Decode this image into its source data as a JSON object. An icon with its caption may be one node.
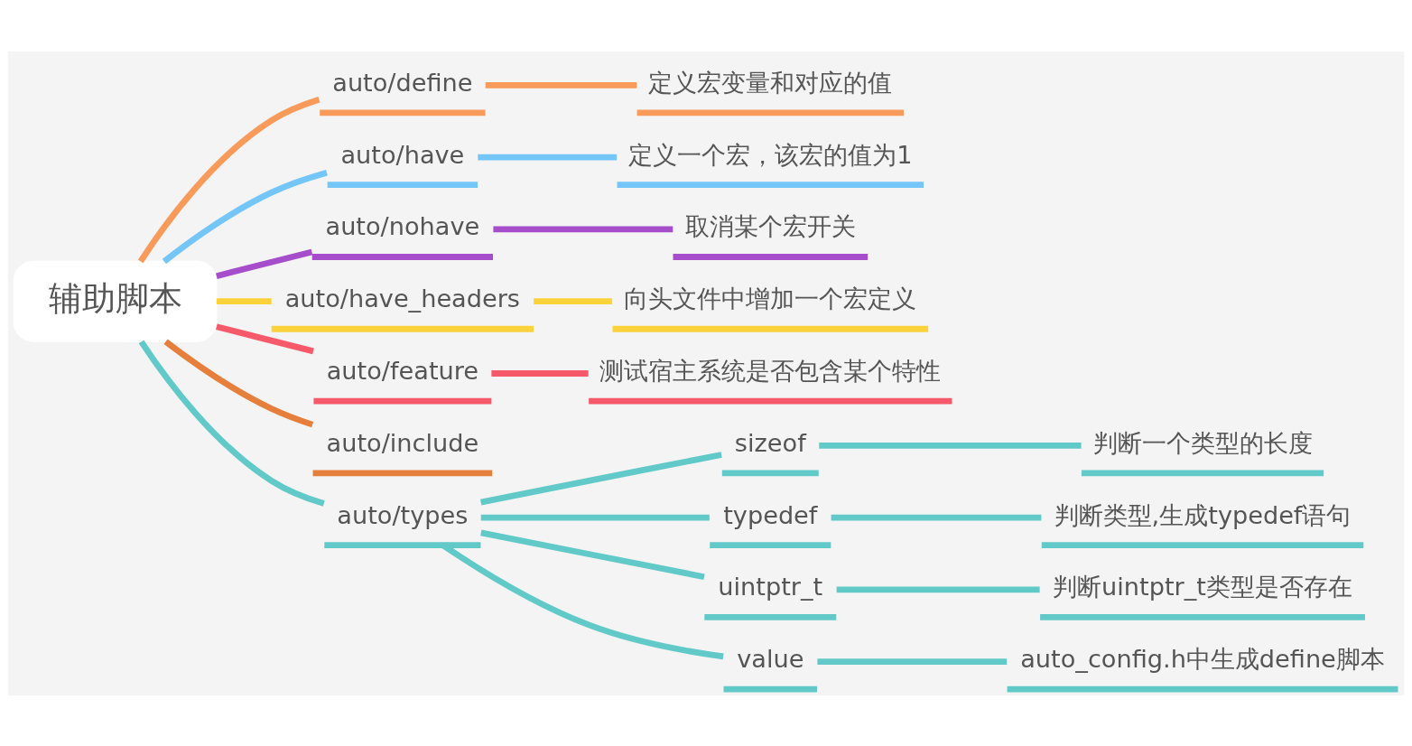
{
  "diagram": {
    "nodes": [
      {
        "text": [
          "辅助脚本"
        ]
      },
      {
        "text": [
          "auto/define"
        ]
      },
      {
        "text": [
          "定义宏变量和对应的值"
        ]
      },
      {
        "text": [
          "auto/have"
        ]
      },
      {
        "text": [
          "定义一个宏，该宏的值为1"
        ]
      },
      {
        "text": [
          "auto/nohave"
        ]
      },
      {
        "text": [
          "取消某个宏开关"
        ]
      },
      {
        "text": [
          "auto/have_headers"
        ]
      },
      {
        "text": [
          "向头文件中增加一个宏定义"
        ]
      },
      {
        "text": [
          "auto/feature"
        ]
      },
      {
        "text": [
          "测试宿主系统是否包含某个特性"
        ]
      },
      {
        "text": [
          "auto/include"
        ]
      },
      {
        "text": [
          "auto/types"
        ]
      },
      {
        "text": [
          "sizeof"
        ]
      },
      {
        "text": [
          "判断一个类型的长度"
        ]
      },
      {
        "text": [
          "typedef"
        ]
      },
      {
        "text": [
          "判断类型,生成typedef语句"
        ]
      },
      {
        "text": [
          "uintptr_t"
        ]
      },
      {
        "text": [
          "判断uintptr_t类型是否存在"
        ]
      },
      {
        "text": [
          "value"
        ]
      },
      {
        "text": [
          "auto_config.h中生成define脚本"
        ]
      }
    ],
    "edges": [
      {
        "from": 0,
        "to": 1,
        "arrow": "none",
        "color": "#f79a5a"
      },
      {
        "from": 1,
        "to": 2,
        "arrow": "none",
        "color": "#f79a5a"
      },
      {
        "from": 0,
        "to": 3,
        "arrow": "none",
        "color": "#74c5f8"
      },
      {
        "from": 3,
        "to": 4,
        "arrow": "none",
        "color": "#74c5f8"
      },
      {
        "from": 0,
        "to": 5,
        "arrow": "none",
        "color": "#a64dcc"
      },
      {
        "from": 5,
        "to": 6,
        "arrow": "none",
        "color": "#a64dcc"
      },
      {
        "from": 0,
        "to": 7,
        "arrow": "none",
        "color": "#fcd23a"
      },
      {
        "from": 7,
        "to": 8,
        "arrow": "none",
        "color": "#fcd23a"
      },
      {
        "from": 0,
        "to": 9,
        "arrow": "none",
        "color": "#f65a6a"
      },
      {
        "from": 9,
        "to": 10,
        "arrow": "none",
        "color": "#f65a6a"
      },
      {
        "from": 0,
        "to": 11,
        "arrow": "none",
        "color": "#e67e3c"
      },
      {
        "from": 0,
        "to": 12,
        "arrow": "none",
        "color": "#62c9c9"
      },
      {
        "from": 12,
        "to": 13,
        "arrow": "none",
        "color": "#62c9c9"
      },
      {
        "from": 13,
        "to": 14,
        "arrow": "none",
        "color": "#62c9c9"
      },
      {
        "from": 12,
        "to": 15,
        "arrow": "none",
        "color": "#62c9c9"
      },
      {
        "from": 15,
        "to": 16,
        "arrow": "none",
        "color": "#62c9c9"
      },
      {
        "from": 12,
        "to": 17,
        "arrow": "none",
        "color": "#62c9c9"
      },
      {
        "from": 17,
        "to": 18,
        "arrow": "none",
        "color": "#62c9c9"
      },
      {
        "from": 12,
        "to": 19,
        "arrow": "none",
        "color": "#62c9c9"
      },
      {
        "from": 19,
        "to": 20,
        "arrow": "none",
        "color": "#62c9c9"
      }
    ]
  }
}
